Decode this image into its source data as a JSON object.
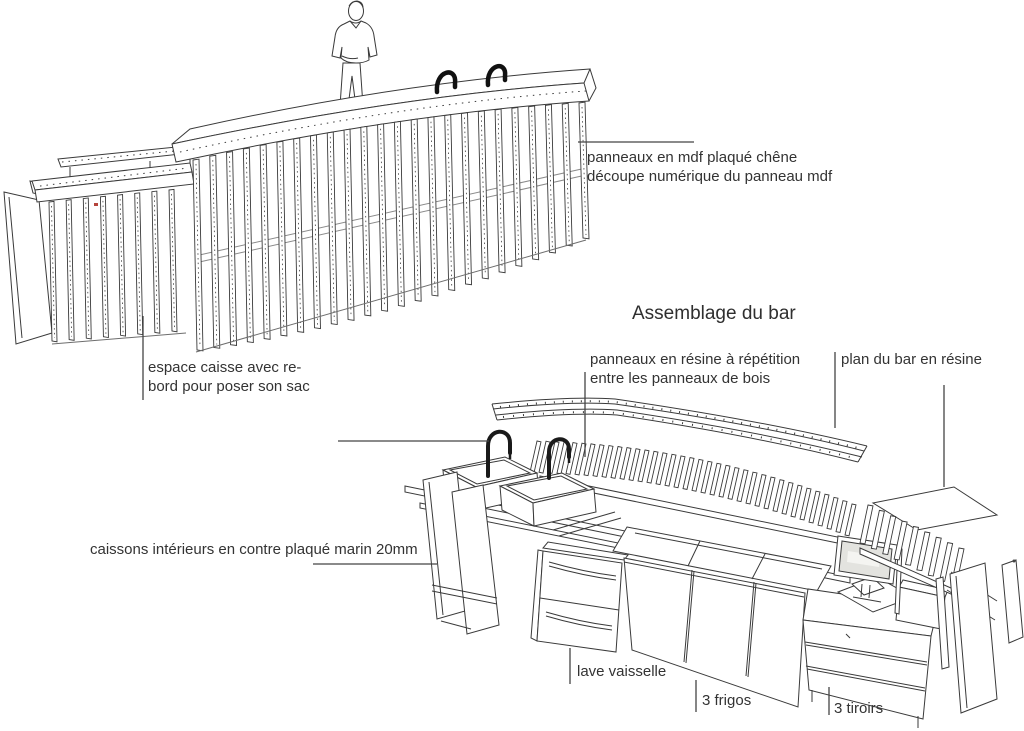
{
  "canvas": {
    "background": "#ffffff",
    "ink": "#3a3a3a",
    "leader_color": "#444444",
    "accent_speck": "#b5443c"
  },
  "title": {
    "assembly_view": "Assemblage du bar"
  },
  "annotations": {
    "mdf_panels": {
      "line1": "panneaux en mdf plaqué chêne",
      "line2": "découpe numérique du panneau mdf"
    },
    "cash_area": {
      "line1": "espace caisse avec re-",
      "line2": "bord pour poser son sac"
    },
    "resin_panels": {
      "line1": "panneaux en résine à répétition",
      "line2": "entre les panneaux de bois"
    },
    "resin_top": {
      "label": "plan du bar en résine"
    },
    "inner_boxes": {
      "label": "caissons intérieurs en contre plaqué marin 20mm"
    },
    "dishwasher": {
      "label": "lave vaisselle"
    },
    "fridges": {
      "label": "3 frigos"
    },
    "drawers": {
      "label": "3 tiroirs"
    }
  }
}
